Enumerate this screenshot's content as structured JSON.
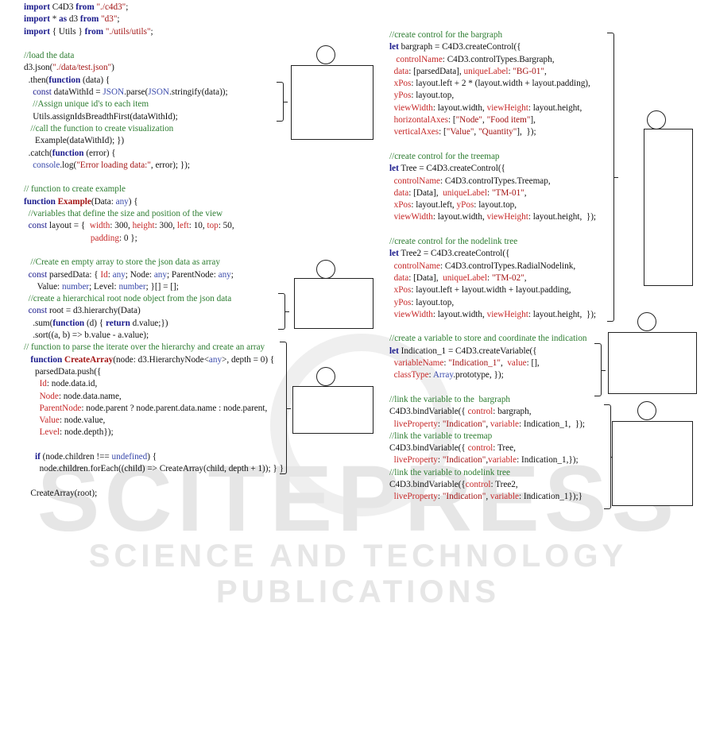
{
  "left_code": [
    [
      {
        "c": "k",
        "t": "import"
      },
      {
        "c": "plain",
        "t": " C4D3 "
      },
      {
        "c": "k",
        "t": "from"
      },
      {
        "c": "plain",
        "t": " "
      },
      {
        "c": "s",
        "t": "\"./c4d3\""
      },
      {
        "c": "plain",
        "t": ";"
      }
    ],
    [
      {
        "c": "k",
        "t": "import"
      },
      {
        "c": "plain",
        "t": " * "
      },
      {
        "c": "k",
        "t": "as"
      },
      {
        "c": "plain",
        "t": " d3 "
      },
      {
        "c": "k",
        "t": "from"
      },
      {
        "c": "plain",
        "t": " "
      },
      {
        "c": "s",
        "t": "\"d3\""
      },
      {
        "c": "plain",
        "t": ";"
      }
    ],
    [
      {
        "c": "k",
        "t": "import"
      },
      {
        "c": "plain",
        "t": " { Utils } "
      },
      {
        "c": "k",
        "t": "from"
      },
      {
        "c": "plain",
        "t": " "
      },
      {
        "c": "s",
        "t": "\"./utils/utils\""
      },
      {
        "c": "plain",
        "t": ";"
      }
    ],
    [],
    [
      {
        "c": "c",
        "t": "//load the data"
      }
    ],
    [
      {
        "c": "plain",
        "t": "d3.json("
      },
      {
        "c": "s",
        "t": "\"./data/test.json\""
      },
      {
        "c": "plain",
        "t": ")"
      }
    ],
    [
      {
        "c": "plain",
        "t": "  .then("
      },
      {
        "c": "k",
        "t": "function"
      },
      {
        "c": "plain",
        "t": " (data) {"
      }
    ],
    [
      {
        "c": "plain",
        "t": "    "
      },
      {
        "c": "kb",
        "t": "const"
      },
      {
        "c": "plain",
        "t": " dataWithId = "
      },
      {
        "c": "t",
        "t": "JSON"
      },
      {
        "c": "plain",
        "t": ".parse("
      },
      {
        "c": "t",
        "t": "JSON"
      },
      {
        "c": "plain",
        "t": ".stringify(data));"
      }
    ],
    [
      {
        "c": "c",
        "t": "    //Assign unique id's to each item"
      }
    ],
    [
      {
        "c": "plain",
        "t": "    Utils.assignIdsBreadthFirst(dataWithId);"
      }
    ],
    [
      {
        "c": "c",
        "t": "   //call the function to create visualization"
      }
    ],
    [
      {
        "c": "plain",
        "t": "     Example(dataWithId); })"
      }
    ],
    [
      {
        "c": "plain",
        "t": "  .catch("
      },
      {
        "c": "k",
        "t": "function"
      },
      {
        "c": "plain",
        "t": " (error) {"
      }
    ],
    [
      {
        "c": "plain",
        "t": "    "
      },
      {
        "c": "t",
        "t": "console"
      },
      {
        "c": "plain",
        "t": ".log("
      },
      {
        "c": "s",
        "t": "\"Error loading data:\""
      },
      {
        "c": "plain",
        "t": ", error); });"
      }
    ],
    [],
    [
      {
        "c": "c",
        "t": "// function to create example"
      }
    ],
    [
      {
        "c": "k",
        "t": "function"
      },
      {
        "c": "plain",
        "t": " "
      },
      {
        "c": "fn",
        "t": "Example"
      },
      {
        "c": "plain",
        "t": "(Data: "
      },
      {
        "c": "t",
        "t": "any"
      },
      {
        "c": "plain",
        "t": ") {"
      }
    ],
    [
      {
        "c": "c",
        "t": "  //variables that define the size and position of the view"
      }
    ],
    [
      {
        "c": "plain",
        "t": "  "
      },
      {
        "c": "kb",
        "t": "const"
      },
      {
        "c": "plain",
        "t": " layout = {  "
      },
      {
        "c": "p",
        "t": "width"
      },
      {
        "c": "plain",
        "t": ": 300, "
      },
      {
        "c": "p",
        "t": "height"
      },
      {
        "c": "plain",
        "t": ": 300, "
      },
      {
        "c": "p",
        "t": "left"
      },
      {
        "c": "plain",
        "t": ": 10, "
      },
      {
        "c": "p",
        "t": "top"
      },
      {
        "c": "plain",
        "t": ": 50,"
      }
    ],
    [
      {
        "c": "plain",
        "t": "                              "
      },
      {
        "c": "p",
        "t": "padding"
      },
      {
        "c": "plain",
        "t": ": 0 };"
      }
    ],
    [],
    [
      {
        "c": "c",
        "t": "   //Create en empty array to store the json data as array"
      }
    ],
    [
      {
        "c": "plain",
        "t": "  "
      },
      {
        "c": "kb",
        "t": "const"
      },
      {
        "c": "plain",
        "t": " parsedData: { "
      },
      {
        "c": "p",
        "t": "Id"
      },
      {
        "c": "plain",
        "t": ": "
      },
      {
        "c": "t",
        "t": "any"
      },
      {
        "c": "plain",
        "t": "; Node: "
      },
      {
        "c": "t",
        "t": "any"
      },
      {
        "c": "plain",
        "t": "; ParentNode: "
      },
      {
        "c": "t",
        "t": "any"
      },
      {
        "c": "plain",
        "t": ";"
      }
    ],
    [
      {
        "c": "plain",
        "t": "      Value: "
      },
      {
        "c": "t",
        "t": "number"
      },
      {
        "c": "plain",
        "t": "; Level: "
      },
      {
        "c": "t",
        "t": "number"
      },
      {
        "c": "plain",
        "t": "; }[] = [];"
      }
    ],
    [
      {
        "c": "c",
        "t": "  //create a hierarchical root node object from the json data"
      }
    ],
    [
      {
        "c": "plain",
        "t": "  "
      },
      {
        "c": "kb",
        "t": "const"
      },
      {
        "c": "plain",
        "t": " root = d3.hierarchy(Data)"
      }
    ],
    [
      {
        "c": "plain",
        "t": "    .sum("
      },
      {
        "c": "k",
        "t": "function"
      },
      {
        "c": "plain",
        "t": " (d) { "
      },
      {
        "c": "k",
        "t": "return"
      },
      {
        "c": "plain",
        "t": " d.value;})"
      }
    ],
    [
      {
        "c": "plain",
        "t": "    .sort((a, b) => b.value - a.value);"
      }
    ],
    [
      {
        "c": "c",
        "t": "// function to parse the iterate over the hierarchy and create an array"
      }
    ],
    [
      {
        "c": "plain",
        "t": "   "
      },
      {
        "c": "k",
        "t": "function"
      },
      {
        "c": "plain",
        "t": " "
      },
      {
        "c": "fn",
        "t": "CreateArray"
      },
      {
        "c": "plain",
        "t": "(node: d3.HierarchyNode<"
      },
      {
        "c": "t",
        "t": "any"
      },
      {
        "c": "plain",
        "t": ">, depth = 0) {"
      }
    ],
    [
      {
        "c": "plain",
        "t": "     parsedData.push({"
      }
    ],
    [
      {
        "c": "plain",
        "t": "       "
      },
      {
        "c": "p",
        "t": "Id"
      },
      {
        "c": "plain",
        "t": ": node.data.id,"
      }
    ],
    [
      {
        "c": "plain",
        "t": "       "
      },
      {
        "c": "p",
        "t": "Node"
      },
      {
        "c": "plain",
        "t": ": node.data.name,"
      }
    ],
    [
      {
        "c": "plain",
        "t": "       "
      },
      {
        "c": "p",
        "t": "ParentNode"
      },
      {
        "c": "plain",
        "t": ": node.parent ? node.parent.data.name : node.parent,"
      }
    ],
    [
      {
        "c": "plain",
        "t": "       "
      },
      {
        "c": "p",
        "t": "Value"
      },
      {
        "c": "plain",
        "t": ": node.value,"
      }
    ],
    [
      {
        "c": "plain",
        "t": "       "
      },
      {
        "c": "p",
        "t": "Level"
      },
      {
        "c": "plain",
        "t": ": node.depth});"
      }
    ],
    [],
    [
      {
        "c": "plain",
        "t": "     "
      },
      {
        "c": "k",
        "t": "if"
      },
      {
        "c": "plain",
        "t": " (node.children !== "
      },
      {
        "c": "t",
        "t": "undefined"
      },
      {
        "c": "plain",
        "t": ") {"
      }
    ],
    [
      {
        "c": "plain",
        "t": "       node.children.forEach((child) => CreateArray(child, depth + 1)); } }"
      }
    ],
    [],
    [
      {
        "c": "plain",
        "t": "   CreateArray(root);"
      }
    ]
  ],
  "right_code": [
    [
      {
        "c": "c",
        "t": "//create control for the bargraph"
      }
    ],
    [
      {
        "c": "k",
        "t": "let"
      },
      {
        "c": "plain",
        "t": " bargraph = C4D3.createControl({"
      }
    ],
    [
      {
        "c": "plain",
        "t": "   "
      },
      {
        "c": "p",
        "t": "controlName"
      },
      {
        "c": "plain",
        "t": ": C4D3.controlTypes.Bargraph,"
      }
    ],
    [
      {
        "c": "plain",
        "t": "  "
      },
      {
        "c": "p",
        "t": "data"
      },
      {
        "c": "plain",
        "t": ": [parsedData], "
      },
      {
        "c": "p",
        "t": "uniqueLabel"
      },
      {
        "c": "plain",
        "t": ": "
      },
      {
        "c": "s",
        "t": "\"BG-01\""
      },
      {
        "c": "plain",
        "t": ","
      }
    ],
    [
      {
        "c": "plain",
        "t": "  "
      },
      {
        "c": "p",
        "t": "xPos"
      },
      {
        "c": "plain",
        "t": ": layout.left + 2 * (layout.width + layout.padding),"
      }
    ],
    [
      {
        "c": "plain",
        "t": "  "
      },
      {
        "c": "p",
        "t": "yPos"
      },
      {
        "c": "plain",
        "t": ": layout.top,"
      }
    ],
    [
      {
        "c": "plain",
        "t": "  "
      },
      {
        "c": "p",
        "t": "viewWidth"
      },
      {
        "c": "plain",
        "t": ": layout.width, "
      },
      {
        "c": "p",
        "t": "viewHeight"
      },
      {
        "c": "plain",
        "t": ": layout.height,"
      }
    ],
    [
      {
        "c": "plain",
        "t": "  "
      },
      {
        "c": "p",
        "t": "horizontalAxes"
      },
      {
        "c": "plain",
        "t": ": ["
      },
      {
        "c": "s",
        "t": "\"Node\""
      },
      {
        "c": "plain",
        "t": ", "
      },
      {
        "c": "s",
        "t": "\"Food item\""
      },
      {
        "c": "plain",
        "t": "],"
      }
    ],
    [
      {
        "c": "plain",
        "t": "  "
      },
      {
        "c": "p",
        "t": "verticalAxes"
      },
      {
        "c": "plain",
        "t": ": ["
      },
      {
        "c": "s",
        "t": "\"Value\""
      },
      {
        "c": "plain",
        "t": ", "
      },
      {
        "c": "s",
        "t": "\"Quantity\""
      },
      {
        "c": "plain",
        "t": "],  });"
      }
    ],
    [],
    [
      {
        "c": "c",
        "t": "//create control for the treemap"
      }
    ],
    [
      {
        "c": "k",
        "t": "let"
      },
      {
        "c": "plain",
        "t": " Tree = C4D3.createControl({"
      }
    ],
    [
      {
        "c": "plain",
        "t": "  "
      },
      {
        "c": "p",
        "t": "controlName"
      },
      {
        "c": "plain",
        "t": ": C4D3.controlTypes.Treemap,"
      }
    ],
    [
      {
        "c": "plain",
        "t": "  "
      },
      {
        "c": "p",
        "t": "data"
      },
      {
        "c": "plain",
        "t": ": [Data],  "
      },
      {
        "c": "p",
        "t": "uniqueLabel"
      },
      {
        "c": "plain",
        "t": ": "
      },
      {
        "c": "s",
        "t": "\"TM-01\""
      },
      {
        "c": "plain",
        "t": ","
      }
    ],
    [
      {
        "c": "plain",
        "t": "  "
      },
      {
        "c": "p",
        "t": "xPos"
      },
      {
        "c": "plain",
        "t": ": layout.left, "
      },
      {
        "c": "p",
        "t": "yPos"
      },
      {
        "c": "plain",
        "t": ": layout.top,"
      }
    ],
    [
      {
        "c": "plain",
        "t": "  "
      },
      {
        "c": "p",
        "t": "viewWidth"
      },
      {
        "c": "plain",
        "t": ": layout.width, "
      },
      {
        "c": "p",
        "t": "viewHeight"
      },
      {
        "c": "plain",
        "t": ": layout.height,  });"
      }
    ],
    [],
    [
      {
        "c": "c",
        "t": "//create control for the nodelink tree"
      }
    ],
    [
      {
        "c": "k",
        "t": "let"
      },
      {
        "c": "plain",
        "t": " Tree2 = C4D3.createControl({"
      }
    ],
    [
      {
        "c": "plain",
        "t": "  "
      },
      {
        "c": "p",
        "t": "controlName"
      },
      {
        "c": "plain",
        "t": ": C4D3.controlTypes.RadialNodelink,"
      }
    ],
    [
      {
        "c": "plain",
        "t": "  "
      },
      {
        "c": "p",
        "t": "data"
      },
      {
        "c": "plain",
        "t": ": [Data],  "
      },
      {
        "c": "p",
        "t": "uniqueLabel"
      },
      {
        "c": "plain",
        "t": ": "
      },
      {
        "c": "s",
        "t": "\"TM-02\""
      },
      {
        "c": "plain",
        "t": ","
      }
    ],
    [
      {
        "c": "plain",
        "t": "  "
      },
      {
        "c": "p",
        "t": "xPos"
      },
      {
        "c": "plain",
        "t": ": layout.left + layout.width + layout.padding,"
      }
    ],
    [
      {
        "c": "plain",
        "t": "  "
      },
      {
        "c": "p",
        "t": "yPos"
      },
      {
        "c": "plain",
        "t": ": layout.top,"
      }
    ],
    [
      {
        "c": "plain",
        "t": "  "
      },
      {
        "c": "p",
        "t": "viewWidth"
      },
      {
        "c": "plain",
        "t": ": layout.width, "
      },
      {
        "c": "p",
        "t": "viewHeight"
      },
      {
        "c": "plain",
        "t": ": layout.height,  });"
      }
    ],
    [],
    [
      {
        "c": "c",
        "t": "//create a variable to store and coordinate the indication"
      }
    ],
    [
      {
        "c": "k",
        "t": "let"
      },
      {
        "c": "plain",
        "t": " Indication_1 = C4D3.createVariable({"
      }
    ],
    [
      {
        "c": "plain",
        "t": "  "
      },
      {
        "c": "p",
        "t": "variableName"
      },
      {
        "c": "plain",
        "t": ": "
      },
      {
        "c": "s",
        "t": "\"Indication_1\""
      },
      {
        "c": "plain",
        "t": ",  "
      },
      {
        "c": "p",
        "t": "value"
      },
      {
        "c": "plain",
        "t": ": [],"
      }
    ],
    [
      {
        "c": "plain",
        "t": "  "
      },
      {
        "c": "p",
        "t": "classType"
      },
      {
        "c": "plain",
        "t": ": "
      },
      {
        "c": "t",
        "t": "Array"
      },
      {
        "c": "plain",
        "t": ".prototype, });"
      }
    ],
    [],
    [
      {
        "c": "c",
        "t": "//link the variable to the  bargraph"
      }
    ],
    [
      {
        "c": "plain",
        "t": "C4D3.bindVariable({ "
      },
      {
        "c": "p",
        "t": "control"
      },
      {
        "c": "plain",
        "t": ": bargraph,"
      }
    ],
    [
      {
        "c": "plain",
        "t": "  "
      },
      {
        "c": "p",
        "t": "liveProperty"
      },
      {
        "c": "plain",
        "t": ": "
      },
      {
        "c": "s",
        "t": "\"Indication\""
      },
      {
        "c": "plain",
        "t": ", "
      },
      {
        "c": "p",
        "t": "variable"
      },
      {
        "c": "plain",
        "t": ": Indication_1,  });"
      }
    ],
    [
      {
        "c": "c",
        "t": "//link the variable to treemap"
      }
    ],
    [
      {
        "c": "plain",
        "t": "C4D3.bindVariable({ "
      },
      {
        "c": "p",
        "t": "control"
      },
      {
        "c": "plain",
        "t": ": Tree,"
      }
    ],
    [
      {
        "c": "plain",
        "t": "  "
      },
      {
        "c": "p",
        "t": "liveProperty"
      },
      {
        "c": "plain",
        "t": ": "
      },
      {
        "c": "s",
        "t": "\"Indication\""
      },
      {
        "c": "plain",
        "t": ","
      },
      {
        "c": "p",
        "t": "variable"
      },
      {
        "c": "plain",
        "t": ": Indication_1,});"
      }
    ],
    [
      {
        "c": "c",
        "t": "//link the variable to nodelink tree"
      }
    ],
    [
      {
        "c": "plain",
        "t": "C4D3.bindVariable({"
      },
      {
        "c": "p",
        "t": "control"
      },
      {
        "c": "plain",
        "t": ": Tree2,"
      }
    ],
    [
      {
        "c": "plain",
        "t": "  "
      },
      {
        "c": "p",
        "t": "liveProperty"
      },
      {
        "c": "plain",
        "t": ": "
      },
      {
        "c": "s",
        "t": "\"Indication\""
      },
      {
        "c": "plain",
        "t": ", "
      },
      {
        "c": "p",
        "t": "variable"
      },
      {
        "c": "plain",
        "t": ": Indication_1});}"
      }
    ]
  ],
  "watermark": {
    "line1": "SCITEPRESS",
    "line2": "SCIENCE AND TECHNOLOGY PUBLICATIONS"
  },
  "colors": {
    "keyword": "#1a1a8c",
    "string": "#a31515",
    "comment": "#2e7d32",
    "property": "#c62828",
    "type": "#3949ab",
    "watermark": "#e6e6e6"
  }
}
